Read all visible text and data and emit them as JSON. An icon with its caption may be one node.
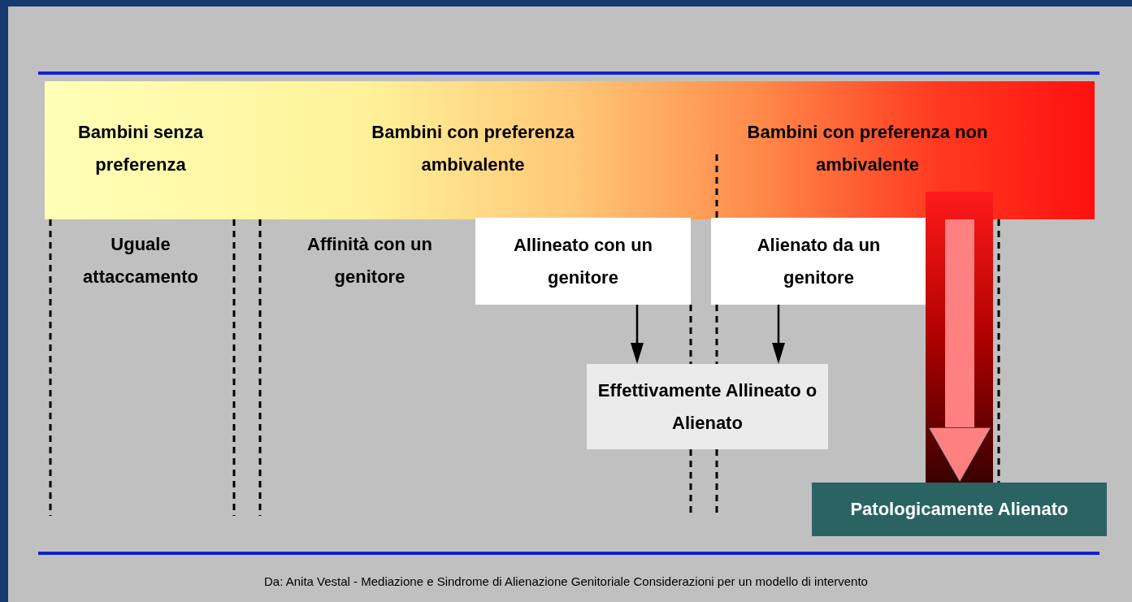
{
  "diagram": {
    "nodes": [
      {
        "text": [
          "Bambini senza preferenza",
          "Bambini con preferenza ambivalente",
          "Bambini con preferenza non ambivalente"
        ]
      },
      {
        "text": [
          "Uguale attaccamento"
        ]
      },
      {
        "text": [
          "Affinità con un genitore"
        ]
      },
      {
        "text": [
          "Allineato con un genitore"
        ]
      },
      {
        "text": [
          "Alienato da un genitore"
        ]
      },
      {
        "text": [
          "Effettivamente Allineato o Alienato"
        ]
      },
      {
        "text": [
          "Patologicamente Alienato"
        ]
      }
    ],
    "edges": [
      {
        "from": 3,
        "to": 5,
        "arrow": "to"
      },
      {
        "from": 4,
        "to": 5,
        "arrow": "to"
      },
      {
        "from": 0,
        "to": 6,
        "arrow": "to",
        "style": "thick",
        "color": "#ff8080"
      }
    ],
    "caption": "Da: Anita Vestal - Mediazione e Sindrome di Alienazione Genitoriale Considerazioni per un modello di intervento"
  }
}
